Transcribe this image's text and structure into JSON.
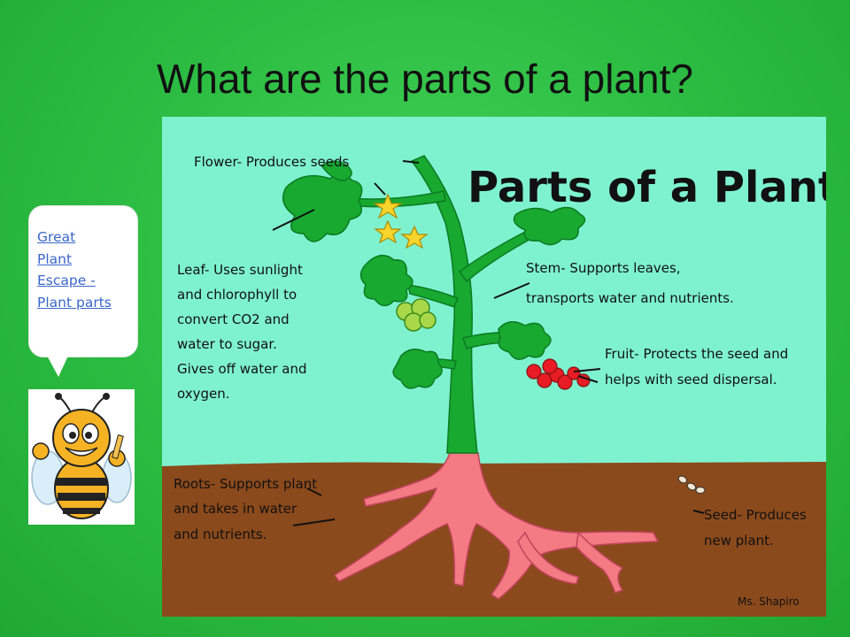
{
  "slide": {
    "title": "What are the parts of a plant?"
  },
  "link": {
    "lines": [
      "Great",
      "Plant",
      "Escape -",
      "Plant parts"
    ]
  },
  "diagram": {
    "heading": "Parts of a Plant",
    "labels": {
      "flower": "Flower- Produces seeds",
      "leaf": [
        "Leaf- Uses sunlight",
        "and chlorophyll to",
        "convert CO2 and",
        "water to sugar.",
        "Gives off water and",
        "oxygen."
      ],
      "stem": [
        "Stem- Supports leaves,",
        "transports water and nutrients."
      ],
      "fruit": [
        "Fruit- Protects the seed and",
        "helps with seed dispersal."
      ],
      "roots": [
        "Roots- Supports plant",
        "and takes in water",
        "and nutrients."
      ],
      "seed": [
        "Seed- Produces",
        "new plant."
      ]
    },
    "credit": "Ms. Shapiro"
  },
  "colors": {
    "sky": "#7ef2cf",
    "soil": "#8b4a1c",
    "stem": "#17a930",
    "root": "#f47a84",
    "fruit": "#e81c24",
    "flower": "#f7d42d"
  },
  "icons": {
    "mascot": "bee-mascot-icon"
  }
}
